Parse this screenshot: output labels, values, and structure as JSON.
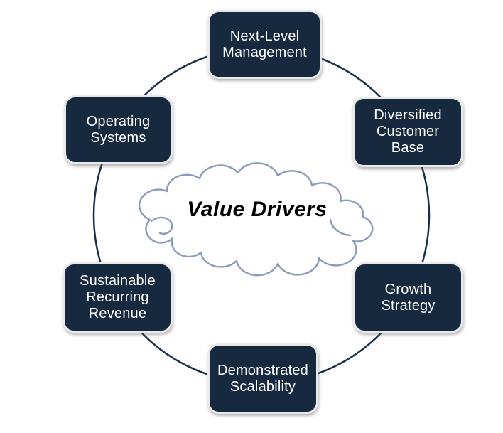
{
  "diagram": {
    "title": "Value Drivers",
    "nodes": [
      {
        "id": "next-level-management",
        "label": "Next-Level\nManagement",
        "position": "top"
      },
      {
        "id": "diversified-customer-base",
        "label": "Diversified\nCustomer\nBase",
        "position": "top-right"
      },
      {
        "id": "growth-strategy",
        "label": "Growth\nStrategy",
        "position": "bottom-right"
      },
      {
        "id": "demonstrated-scalability",
        "label": "Demonstrated\nScalability",
        "position": "bottom"
      },
      {
        "id": "sustainable-recurring-revenue",
        "label": "Sustainable\nRecurring\nRevenue",
        "position": "bottom-left"
      },
      {
        "id": "operating-systems",
        "label": "Operating\nSystems",
        "position": "top-left"
      }
    ],
    "colors": {
      "node_fill": "#17293E",
      "node_border": "#E9E9E9",
      "node_text": "#FFFFFF",
      "circle_stroke": "#1A2F4C",
      "cloud_stroke": "#8B9BB9",
      "cloud_fill": "#FFFFFF",
      "title_text": "#000000",
      "background": "#FFFFFF"
    }
  }
}
